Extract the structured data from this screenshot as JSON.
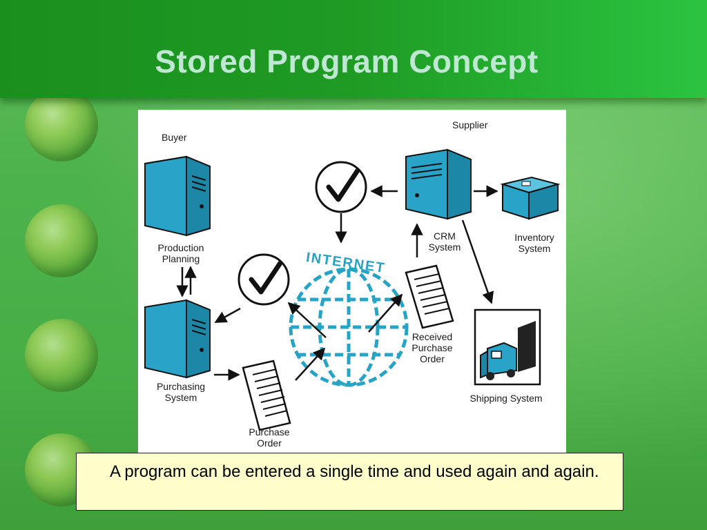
{
  "slide": {
    "title": "Stored Program Concept",
    "caption": "A program can be entered a single time and used again and again."
  },
  "diagram": {
    "labels": {
      "buyer": "Buyer",
      "supplier": "Supplier",
      "production_planning_1": "Production",
      "production_planning_2": "Planning",
      "purchasing_system_1": "Purchasing",
      "purchasing_system_2": "System",
      "purchase_order_1": "Purchase",
      "purchase_order_2": "Order",
      "crm_system_1": "CRM",
      "crm_system_2": "System",
      "inventory_system_1": "Inventory",
      "inventory_system_2": "System",
      "received_po_1": "Received",
      "received_po_2": "Purchase",
      "received_po_3": "Order",
      "shipping_system": "Shipping System",
      "internet": "INTERNET"
    },
    "colors": {
      "server_blue": "#2aa3c8",
      "globe_blue": "#27a3c6",
      "outline": "#111111"
    },
    "icons": [
      "server-icon",
      "checkmark-icon",
      "document-icon",
      "globe-icon",
      "box-icon",
      "truck-icon"
    ]
  }
}
